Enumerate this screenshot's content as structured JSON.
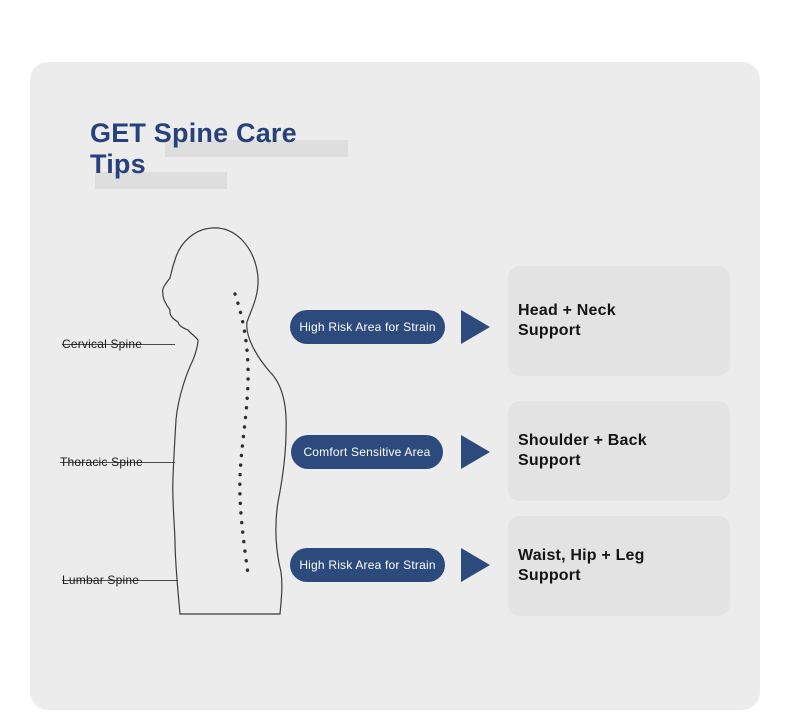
{
  "title": {
    "line1": "GET Spine Care",
    "line2": "Tips"
  },
  "spine_labels": [
    {
      "text": "Cervical Spine"
    },
    {
      "text": "Thoracic Spine"
    },
    {
      "text": "Lumbar Spine"
    }
  ],
  "pills": [
    {
      "text": "High Risk Area for Strain"
    },
    {
      "text": "Comfort Sensitive Area"
    },
    {
      "text": "High Risk Area for Strain"
    }
  ],
  "cards": [
    {
      "text": "Head + Neck Support"
    },
    {
      "text": "Shoulder + Back Support"
    },
    {
      "text": "Waist, Hip + Leg Support"
    }
  ],
  "colors": {
    "accent": "#2d4a7c",
    "title": "#26417b",
    "panel_bg": "#ececec",
    "card_bg": "#e3e3e3"
  }
}
